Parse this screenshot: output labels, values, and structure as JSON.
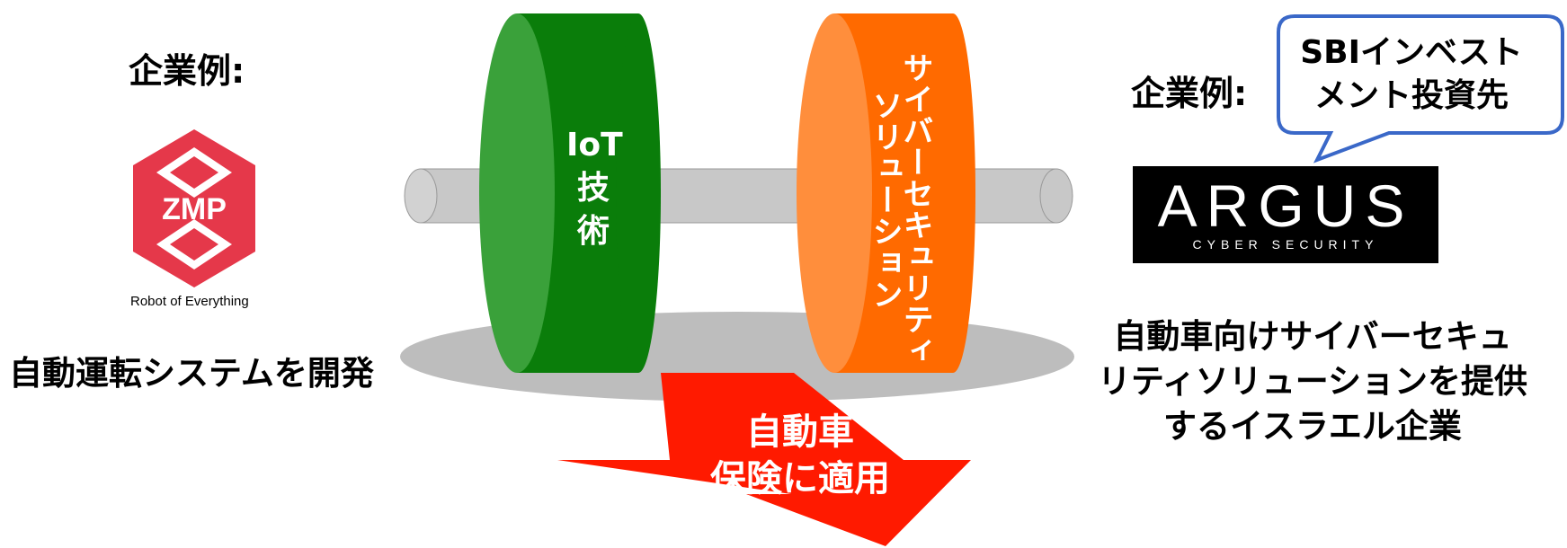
{
  "left": {
    "example_label": "企業例:",
    "logo_text": "ZMP",
    "logo_caption": "Robot of Everything",
    "description": "自動運転システムを開発"
  },
  "right": {
    "example_label": "企業例:",
    "callout_line1": "SBIインベスト",
    "callout_line2": "メント投資先",
    "logo_name": "ARGUS",
    "logo_sub": "CYBER SECURITY",
    "description_line1": "自動車向けサイバーセキュ",
    "description_line2": "リティソリューションを提供",
    "description_line3": "するイスラエル企業"
  },
  "wheels": {
    "iot_line1": "IoT",
    "iot_line2": "技",
    "iot_line3": "術",
    "cyber_col1": "サイバーセキュリティ",
    "cyber_col2": "ソリューション"
  },
  "arrow": {
    "line1": "自動車",
    "line2": "保険に適用"
  },
  "colors": {
    "green_dark": "#0a7d0a",
    "green_light": "#3aa13a",
    "orange_dark": "#ff6a00",
    "orange_light": "#ff8e3c",
    "axle": "#c8c8c8",
    "shadow": "#bdbdbd",
    "arrow": "#ff1a00",
    "zmp_red": "#e5384a",
    "callout_border": "#3a68c8"
  }
}
